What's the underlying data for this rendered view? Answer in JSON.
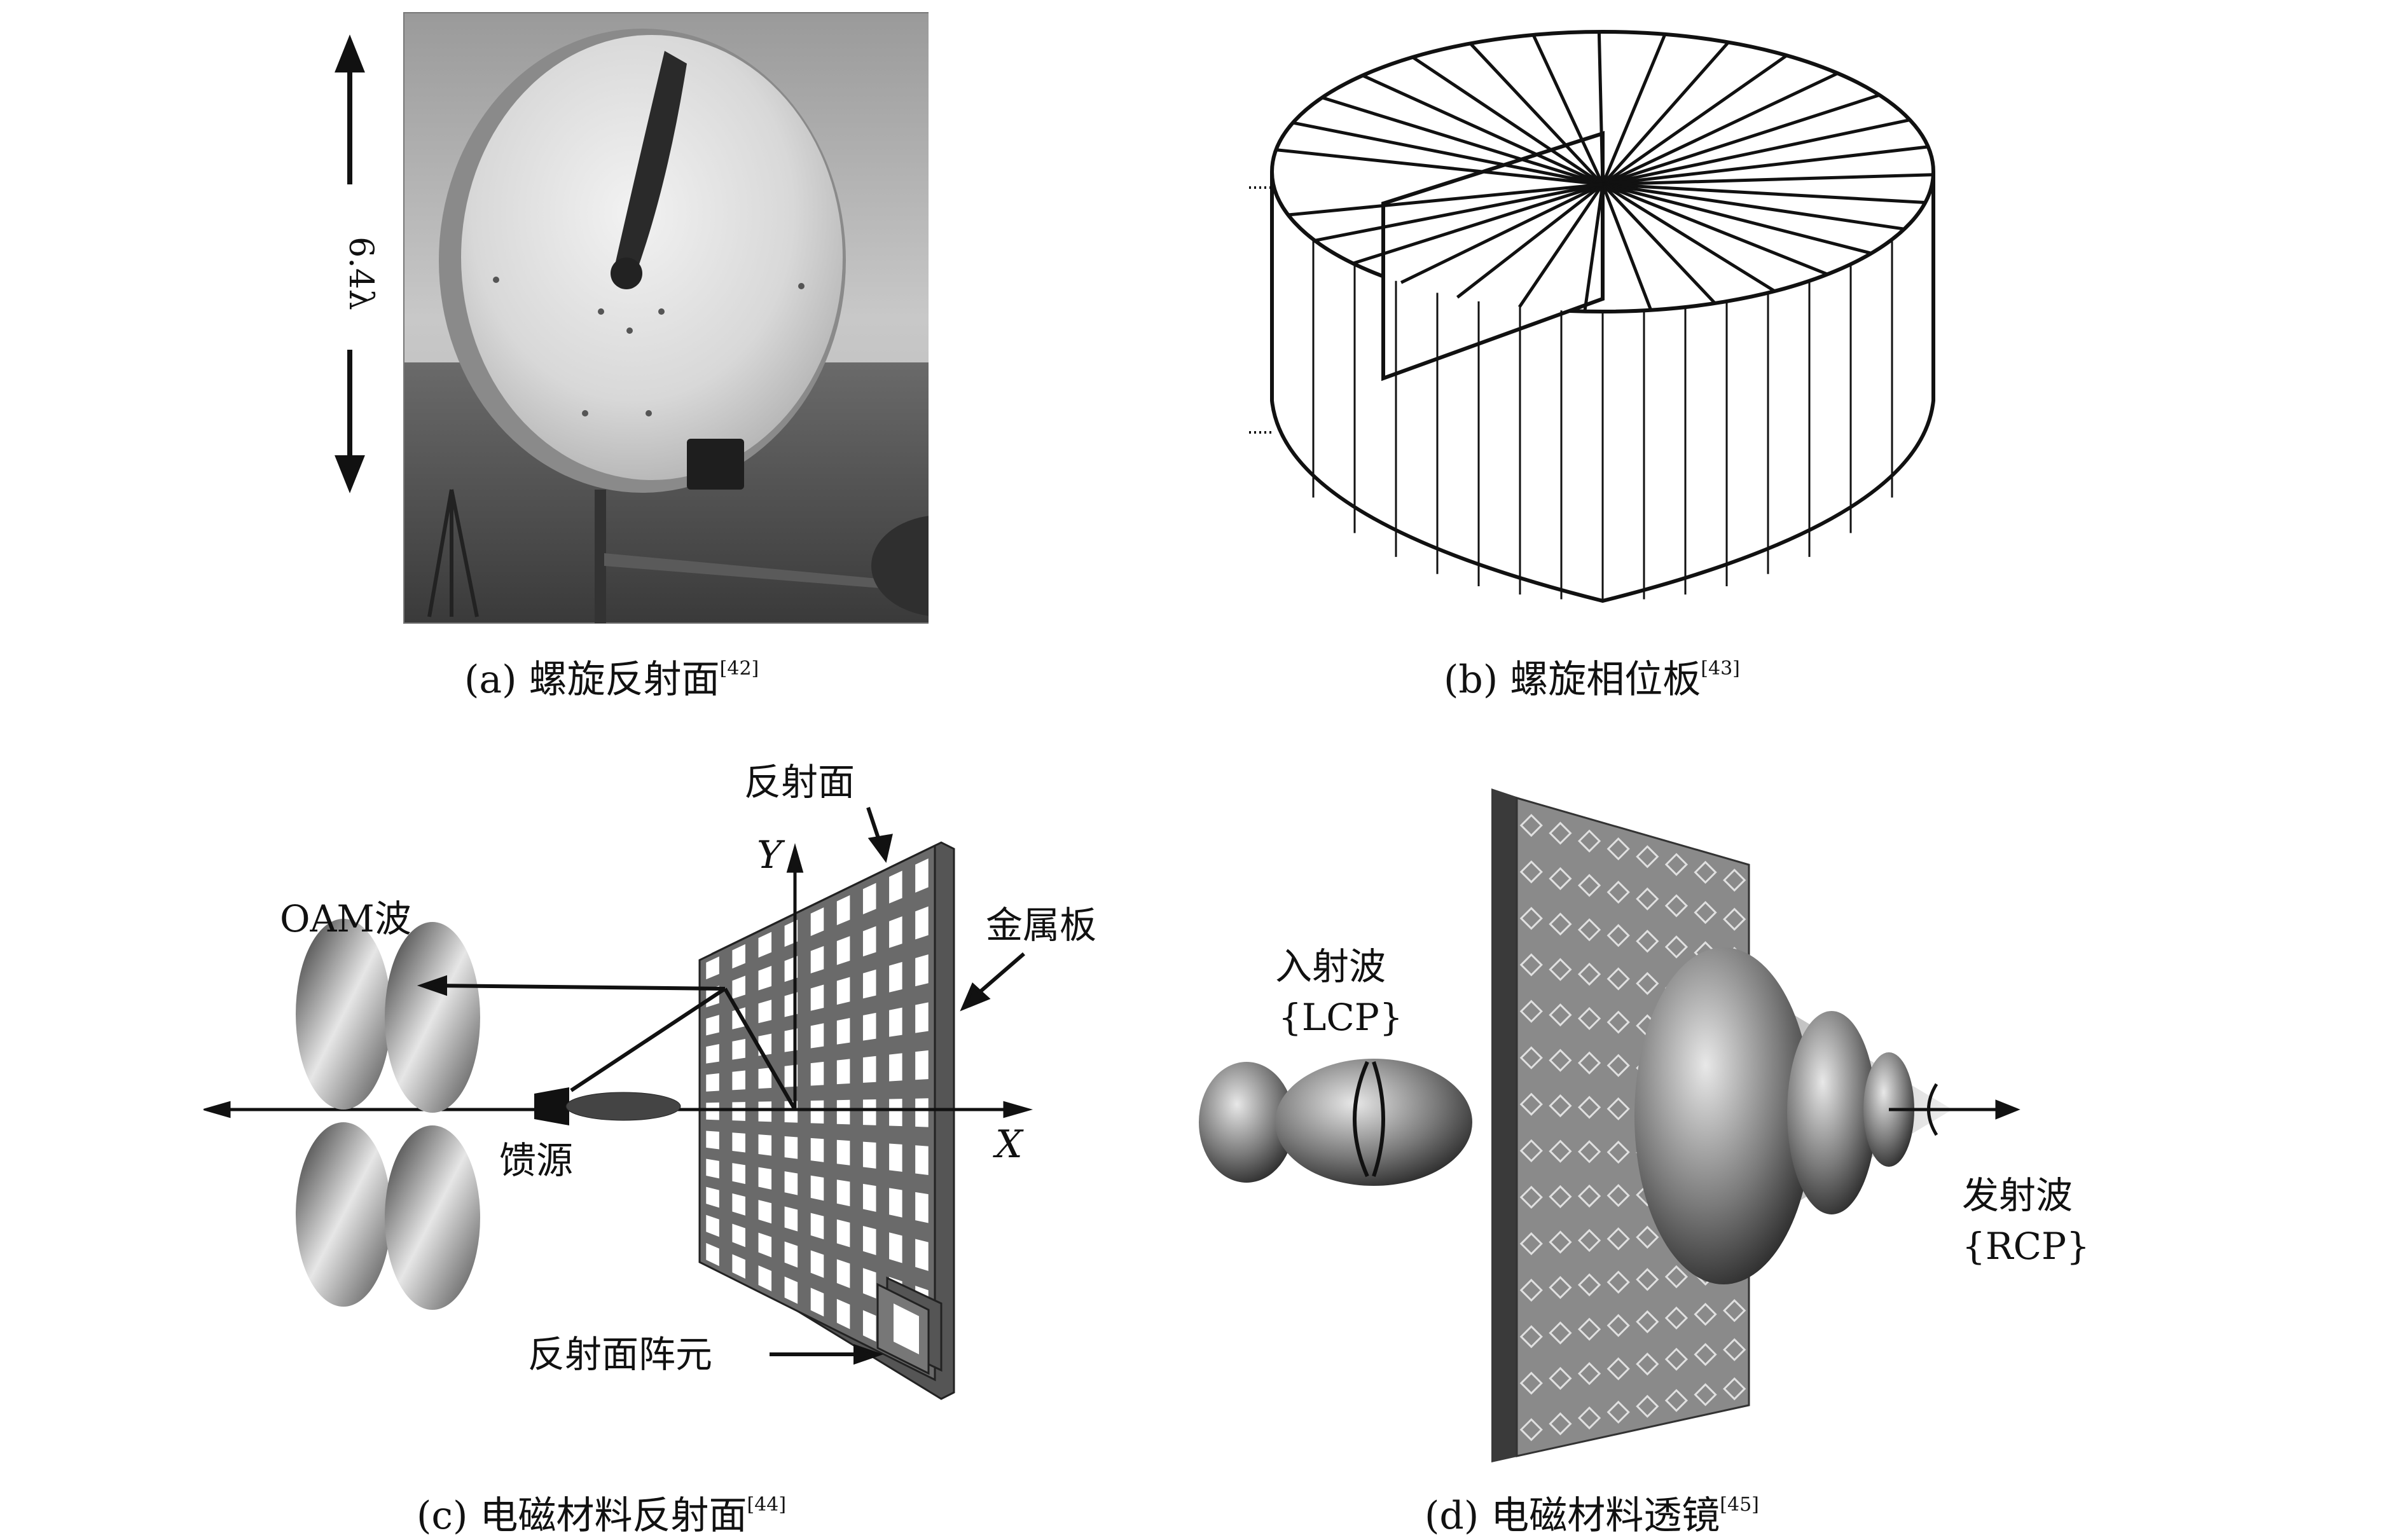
{
  "panel_a": {
    "dimension_label": "6.4λ",
    "caption_prefix": "(a) 螺旋反射面",
    "caption_ref": "[42]"
  },
  "panel_b": {
    "caption_prefix": "(b) 螺旋相位板",
    "caption_ref": "[43]"
  },
  "panel_c": {
    "label_reflector": "反射面",
    "label_metal_plate": "金属板",
    "label_oam_wave": "OAM波",
    "label_feed": "馈源",
    "label_element": "反射面阵元",
    "axis_y": "Y",
    "axis_x": "X",
    "caption_prefix": "(c) 电磁材料反射面",
    "caption_ref": "[44]"
  },
  "panel_d": {
    "label_incident": "入射波",
    "label_incident_pol": "{LCP}",
    "label_emitted": "发射波",
    "label_emitted_pol": "{RCP}",
    "caption_prefix": "(d) 电磁材料透镜",
    "caption_ref": "[45]"
  }
}
